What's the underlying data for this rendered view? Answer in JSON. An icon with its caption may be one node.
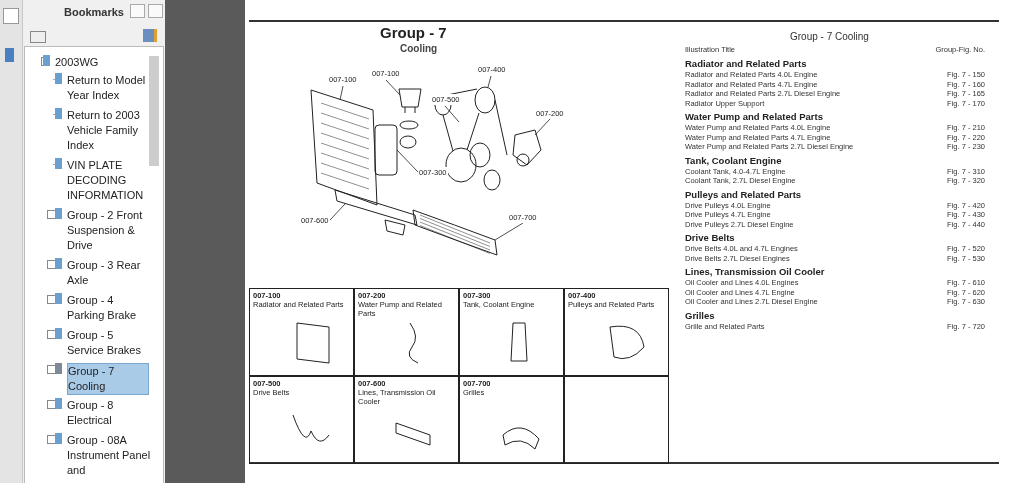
{
  "diagram": {
    "nodes": [
      {
        "text": [
          "007-100"
        ]
      },
      {
        "text": [
          "007-100"
        ]
      },
      {
        "text": [
          "007-500"
        ]
      },
      {
        "text": [
          "007-400"
        ]
      },
      {
        "text": [
          "007-200"
        ]
      },
      {
        "text": [
          "007-300"
        ]
      },
      {
        "text": [
          "007-600"
        ]
      },
      {
        "text": [
          "007-700"
        ]
      }
    ],
    "edges": [
      {
        "from": 0,
        "to": null,
        "arrow": "none"
      },
      {
        "from": 1,
        "to": null,
        "arrow": "none"
      },
      {
        "from": 2,
        "to": null,
        "arrow": "none"
      },
      {
        "from": 3,
        "to": null,
        "arrow": "none"
      },
      {
        "from": 4,
        "to": null,
        "arrow": "none"
      },
      {
        "from": 5,
        "to": null,
        "arrow": "none"
      },
      {
        "from": 6,
        "to": null,
        "arrow": "none"
      },
      {
        "from": 7,
        "to": null,
        "arrow": "none"
      }
    ],
    "labels": [
      "Bookmarks",
      "2003WG",
      "Return to Model Year Index",
      "Return to 2003 Vehicle Family Index",
      "VIN PLATE DECODING INFORMATION",
      "Group - 2 Front Suspension & Drive",
      "Group - 3 Rear Axle",
      "Group - 4 Parking Brake",
      "Group - 5 Service Brakes",
      "Group - 7 Cooling",
      "Group - 8 Electrical",
      "Group - 08A Instrument Panel and",
      "Group - 7",
      "Cooling",
      "Group - 7 Cooling",
      "Illustration Title",
      "Group-Fig. No.",
      "Radiator and Related Parts",
      "Radiator and Related Parts 4.0L Engine",
      "Fig. 7 - 150",
      "Radiator and Related Parts 4.7L Engine",
      "Fig. 7 - 160",
      "Radiator and Related Parts 2.7L Diesel Engine",
      "Fig. 7 - 165",
      "Radiator Upper Support",
      "Fig. 7 - 170",
      "Water Pump and Related Parts",
      "Water Pump and Related Parts 4.0L Engine",
      "Fig. 7 - 210",
      "Water Pump and Related Parts 4.7L Engine",
      "Fig. 7 - 220",
      "Water Pump and Related Parts 2.7L Diesel Engine",
      "Fig. 7 - 230",
      "Tank, Coolant Engine",
      "Coolant Tank, 4.0-4.7L Engine",
      "Fig. 7 - 310",
      "Coolant Tank, 2.7L Diesel Engine",
      "Fig. 7 - 320",
      "Pulleys and Related Parts",
      "Drive Pulleys 4.0L Engine",
      "Fig. 7 - 420",
      "Drive Pulleys 4.7L Engine",
      "Fig. 7 - 430",
      "Drive Pulleys 2.7L Diesel Engine",
      "Fig. 7 - 440",
      "Drive Belts",
      "Drive Belts 4.0L and 4.7L Engines",
      "Fig. 7 - 520",
      "Drive Belts 2.7L Diesel Engines",
      "Fig. 7 - 530",
      "Lines, Transmission Oil Cooler",
      "Oil Cooler and Lines 4.0L Engines",
      "Fig. 7 - 610",
      "Oil Cooler and Lines 4.7L Engine",
      "Fig. 7 - 620",
      "Oil Cooler and Lines 2.7L Diesel Engine",
      "Fig. 7 - 630",
      "Grilles",
      "Grille and Related Parts",
      "Fig. 7 - 720",
      "007-100",
      "Radiator and Related Parts",
      "007-200",
      "Water Pump and Related Parts",
      "007-300",
      "Tank, Coolant Engine",
      "007-400",
      "Pulleys and Related Parts",
      "007-500",
      "Drive Belts",
      "007-600",
      "Lines, Transmission Oil Cooler",
      "007-700",
      "Grilles"
    ]
  }
}
